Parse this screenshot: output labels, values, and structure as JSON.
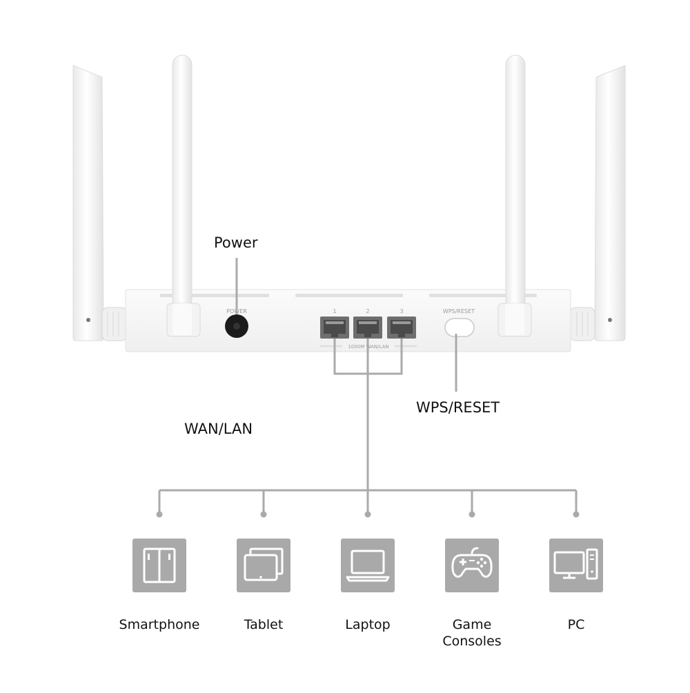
{
  "router": {
    "power_port_label": "POWER",
    "port_numbers": [
      "1",
      "2",
      "3"
    ],
    "ports_caption": "1000M WAN/LAN",
    "wps_button_label": "WPS/RESET"
  },
  "callouts": {
    "power": "Power",
    "wps_reset": "WPS/RESET",
    "wan_lan": "WAN/LAN"
  },
  "devices": [
    {
      "label": "Smartphone",
      "icon": "smartphone-icon"
    },
    {
      "label": "Tablet",
      "icon": "tablet-icon"
    },
    {
      "label": "Laptop",
      "icon": "laptop-icon"
    },
    {
      "label": "Game Consoles",
      "icon": "game-controller-icon"
    },
    {
      "label": "PC",
      "icon": "pc-icon"
    }
  ],
  "colors": {
    "router_body": "#f6f6f6",
    "connector_line": "#aaaaaa",
    "device_tile": "#a9a9a9",
    "icon_stroke": "#ffffff",
    "port_dark": "#6e6e6e"
  }
}
